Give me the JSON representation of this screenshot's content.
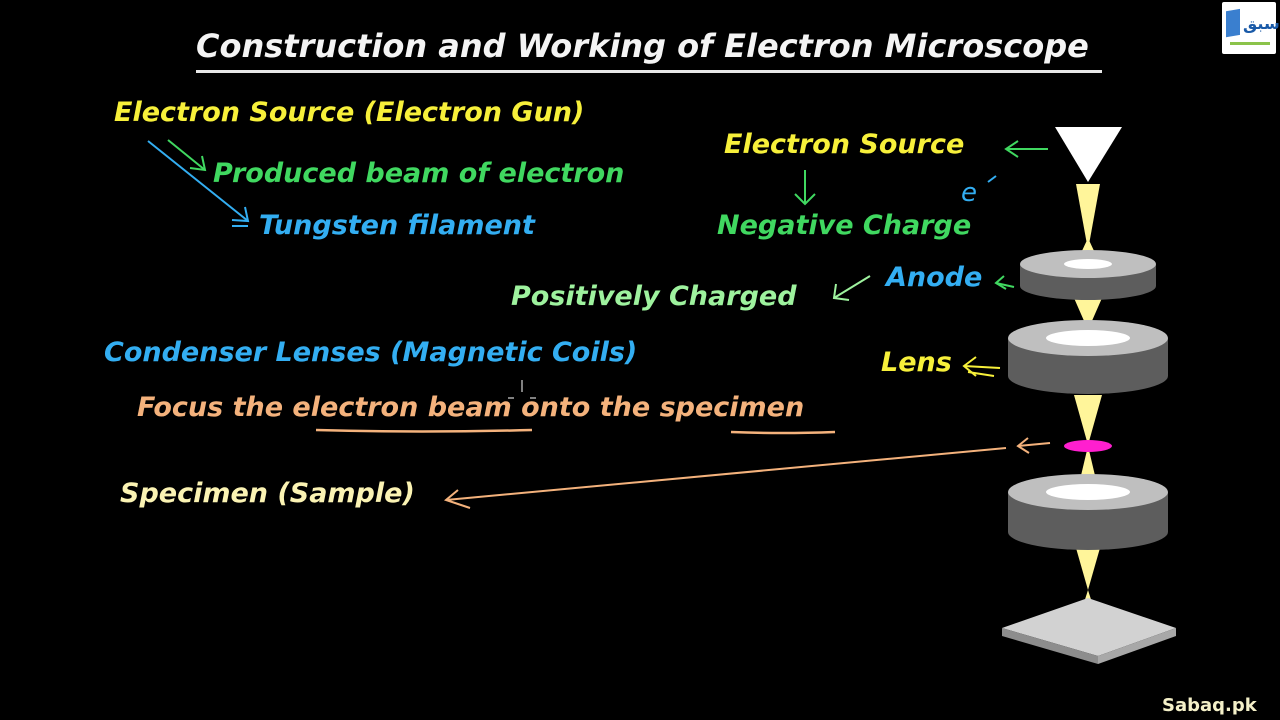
{
  "title": "Construction and Working of Electron Microscope",
  "left_notes": {
    "electron_source_heading": "Electron Source (Electron Gun)",
    "produced_beam": "Produced beam of electron",
    "tungsten": "Tungsten filament",
    "positively_charged": "Positively Charged",
    "condenser_heading": "Condenser Lenses (Magnetic Coils)",
    "focus_text": "Focus the electron beam onto the specimen",
    "specimen_heading": "Specimen (Sample)"
  },
  "diagram_labels": {
    "electron_source": "Electron Source",
    "electron_symbol": "e",
    "negative_charge": "Negative Charge",
    "anode": "Anode",
    "lens": "Lens"
  },
  "branding": {
    "logo_text": "سبق",
    "site": "Sabaq.pk"
  },
  "colors": {
    "background": "#000000",
    "yellow": "#f7f03a",
    "green": "#40d860",
    "blue": "#33aef2",
    "orange": "#f4b27c",
    "beam": "#fff59a",
    "specimen": "#ff1fcf"
  }
}
